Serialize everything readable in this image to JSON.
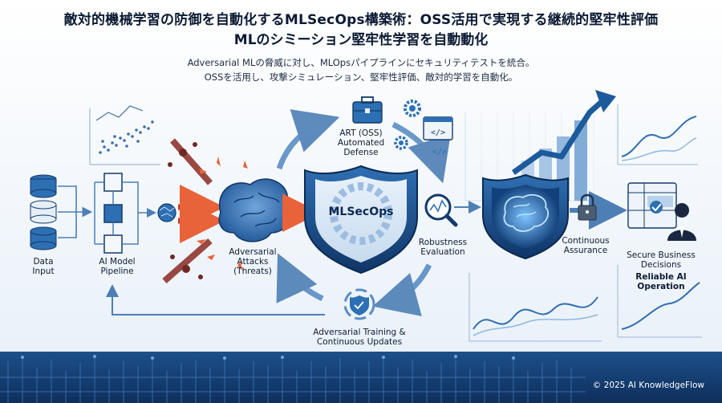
{
  "title_line1": "敵対的機械学習の防御を自動化するMLSecOps構築術：OSS活用で実現する継続的堅牢性評価",
  "title_line2": "MLのシミーション堅牢性学習を自動動化",
  "subtitle_line1": "Adversarial MLの脅威に対し、MLOpsパイプラインにセキュリティテストを統合。",
  "subtitle_line2": "OSSを活用し、攻撃シミュレーション、堅牢性評価、敵対的学習を自動化。",
  "nodes": {
    "data_input": "Data\nInput",
    "ai_model_pipeline": "AI Model\nPipeline",
    "adversarial_attacks": "Adversarial\nAttacks\n(Threats)",
    "art_oss": "ART (OSS)\nAutomated\nDefense",
    "mlsecops": "MLSecOps",
    "robustness": "Robustness\nEvaluation",
    "continuous_assurance": "Continuous\nAssurance",
    "secure_business": "Secure Business\nDecisions",
    "reliable_ai": "Reliable AI Operation",
    "adversarial_training": "Adversarial Training &\nContinuous Updates"
  },
  "copyright": "© 2025 AI KnowledgeFlow",
  "colors": {
    "navy": "#123a6b",
    "blue": "#2d6fb3",
    "light_blue": "#8fb8e0",
    "attack_red": "#c0392b",
    "attack_orange": "#e8623a"
  }
}
